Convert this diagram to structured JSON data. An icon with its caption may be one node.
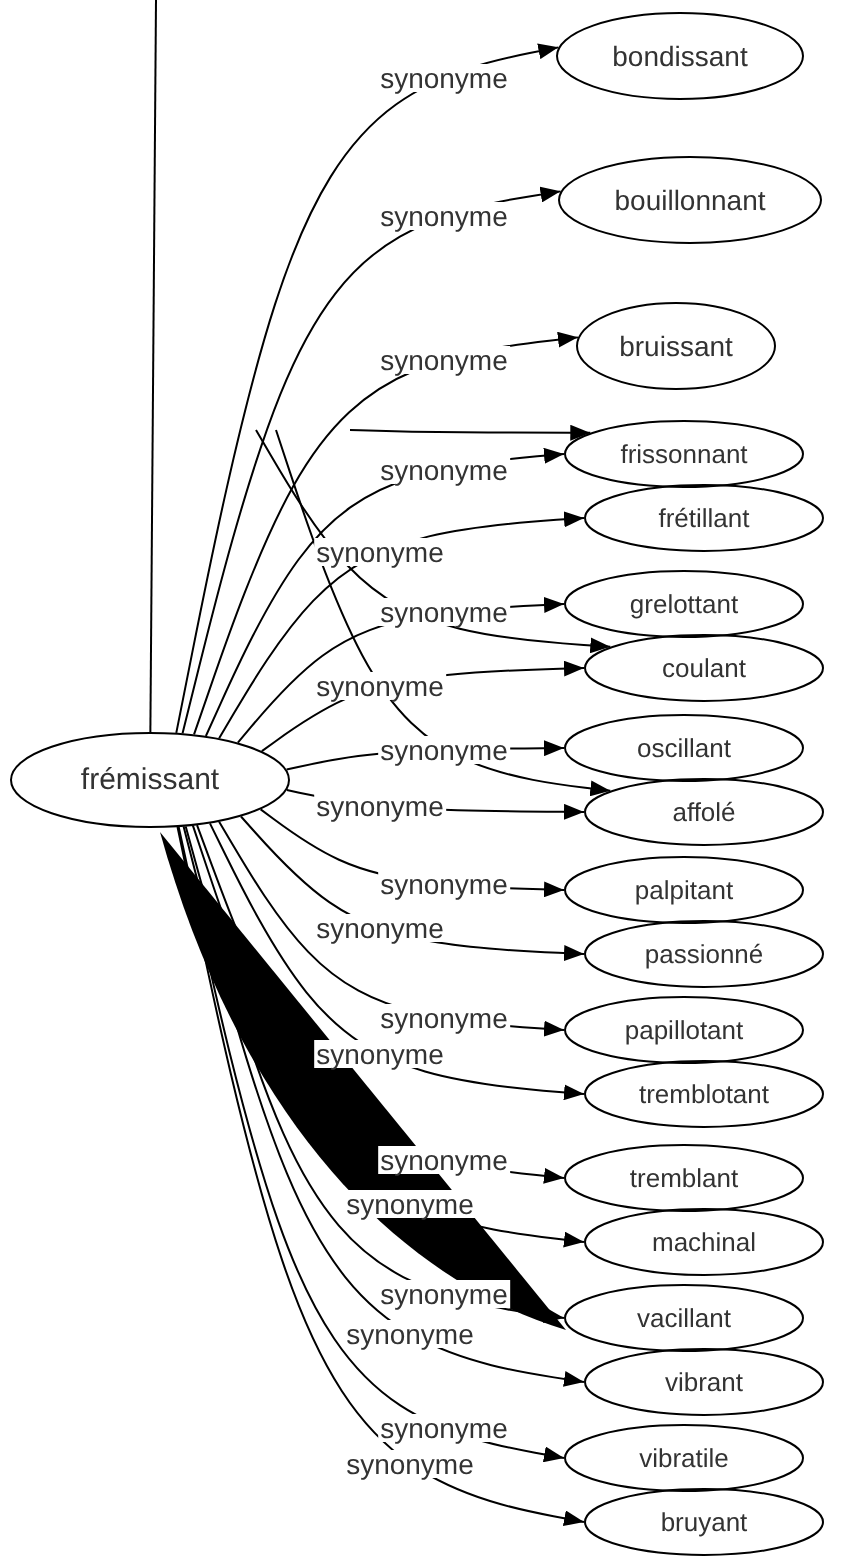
{
  "diagram": {
    "nodes": [
      {
        "text": [
          "frémissant"
        ]
      },
      {
        "text": [
          "bondissant"
        ]
      },
      {
        "text": [
          "bouillonnant"
        ]
      },
      {
        "text": [
          "bruissant"
        ]
      },
      {
        "text": [
          "frissonnant"
        ]
      },
      {
        "text": [
          "frétillant"
        ]
      },
      {
        "text": [
          "grelottant"
        ]
      },
      {
        "text": [
          "coulant"
        ]
      },
      {
        "text": [
          "oscillant"
        ]
      },
      {
        "text": [
          "affolé"
        ]
      },
      {
        "text": [
          "palpitant"
        ]
      },
      {
        "text": [
          "passionné"
        ]
      },
      {
        "text": [
          "papillotant"
        ]
      },
      {
        "text": [
          "tremblotant"
        ]
      },
      {
        "text": [
          "tremblant"
        ]
      },
      {
        "text": [
          "machinal"
        ]
      },
      {
        "text": [
          "vacillant"
        ]
      },
      {
        "text": [
          "vibrant"
        ]
      },
      {
        "text": [
          "vibratile"
        ]
      },
      {
        "text": [
          "bruyant"
        ]
      }
    ],
    "edges": [
      {
        "from": 0,
        "to": 1,
        "arrow": "to",
        "label": "synonyme"
      },
      {
        "from": 0,
        "to": 2,
        "arrow": "to",
        "label": "synonyme"
      },
      {
        "from": 0,
        "to": 3,
        "arrow": "to",
        "label": "synonyme"
      },
      {
        "from": 0,
        "to": 4,
        "arrow": "to",
        "label": "synonyme"
      },
      {
        "from": 0,
        "to": 5,
        "arrow": "to",
        "label": "synonyme"
      },
      {
        "from": 0,
        "to": 6,
        "arrow": "to",
        "label": "synonyme"
      },
      {
        "from": 0,
        "to": 7,
        "arrow": "to",
        "label": "synonyme"
      },
      {
        "from": 0,
        "to": 8,
        "arrow": "to",
        "label": "synonyme"
      },
      {
        "from": 0,
        "to": 9,
        "arrow": "to",
        "label": "synonyme"
      },
      {
        "from": 0,
        "to": 10,
        "arrow": "to",
        "label": "synonyme"
      },
      {
        "from": 0,
        "to": 11,
        "arrow": "to",
        "label": "synonyme"
      },
      {
        "from": 0,
        "to": 12,
        "arrow": "to",
        "label": "synonyme"
      },
      {
        "from": 0,
        "to": 13,
        "arrow": "to",
        "label": "synonyme"
      },
      {
        "from": 0,
        "to": 14,
        "arrow": "to",
        "label": "synonyme"
      },
      {
        "from": 0,
        "to": 15,
        "arrow": "to",
        "label": "synonyme"
      },
      {
        "from": 0,
        "to": 16,
        "arrow": "to",
        "label": "synonyme"
      },
      {
        "from": 0,
        "to": 17,
        "arrow": "to",
        "label": "synonyme"
      },
      {
        "from": 0,
        "to": 18,
        "arrow": "to",
        "label": "synonyme"
      },
      {
        "from": 0,
        "to": 19,
        "arrow": "to",
        "label": "synonyme"
      },
      {
        "from": null,
        "to": 0,
        "arrow": "none"
      },
      {
        "from": null,
        "to": 4,
        "arrow": "to"
      },
      {
        "from": null,
        "to": 7,
        "arrow": "to"
      },
      {
        "from": null,
        "to": 9,
        "arrow": "to"
      }
    ]
  }
}
